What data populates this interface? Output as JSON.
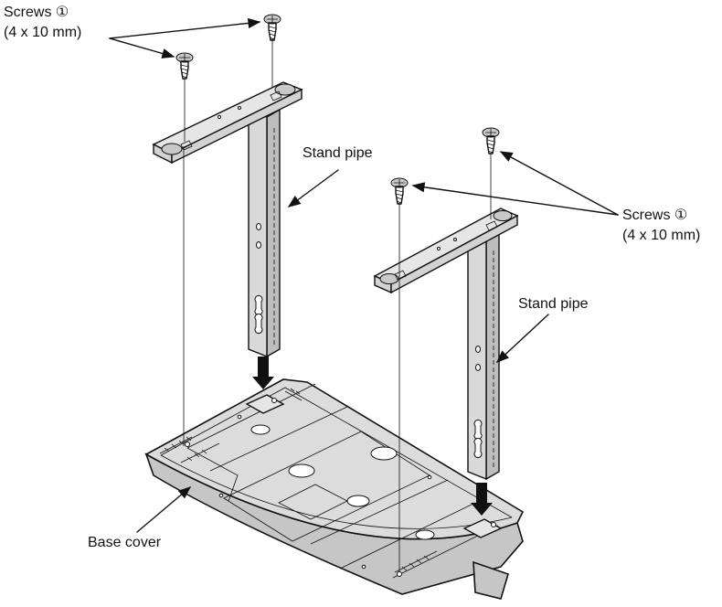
{
  "labels": {
    "screws_top_line1": "Screws ①",
    "screws_top_line2": "(4 x 10 mm)",
    "screws_right_line1": "Screws ①",
    "screws_right_line2": "(4 x 10 mm)",
    "stand_pipe_left": "Stand pipe",
    "stand_pipe_right": "Stand pipe",
    "base_cover": "Base cover"
  }
}
